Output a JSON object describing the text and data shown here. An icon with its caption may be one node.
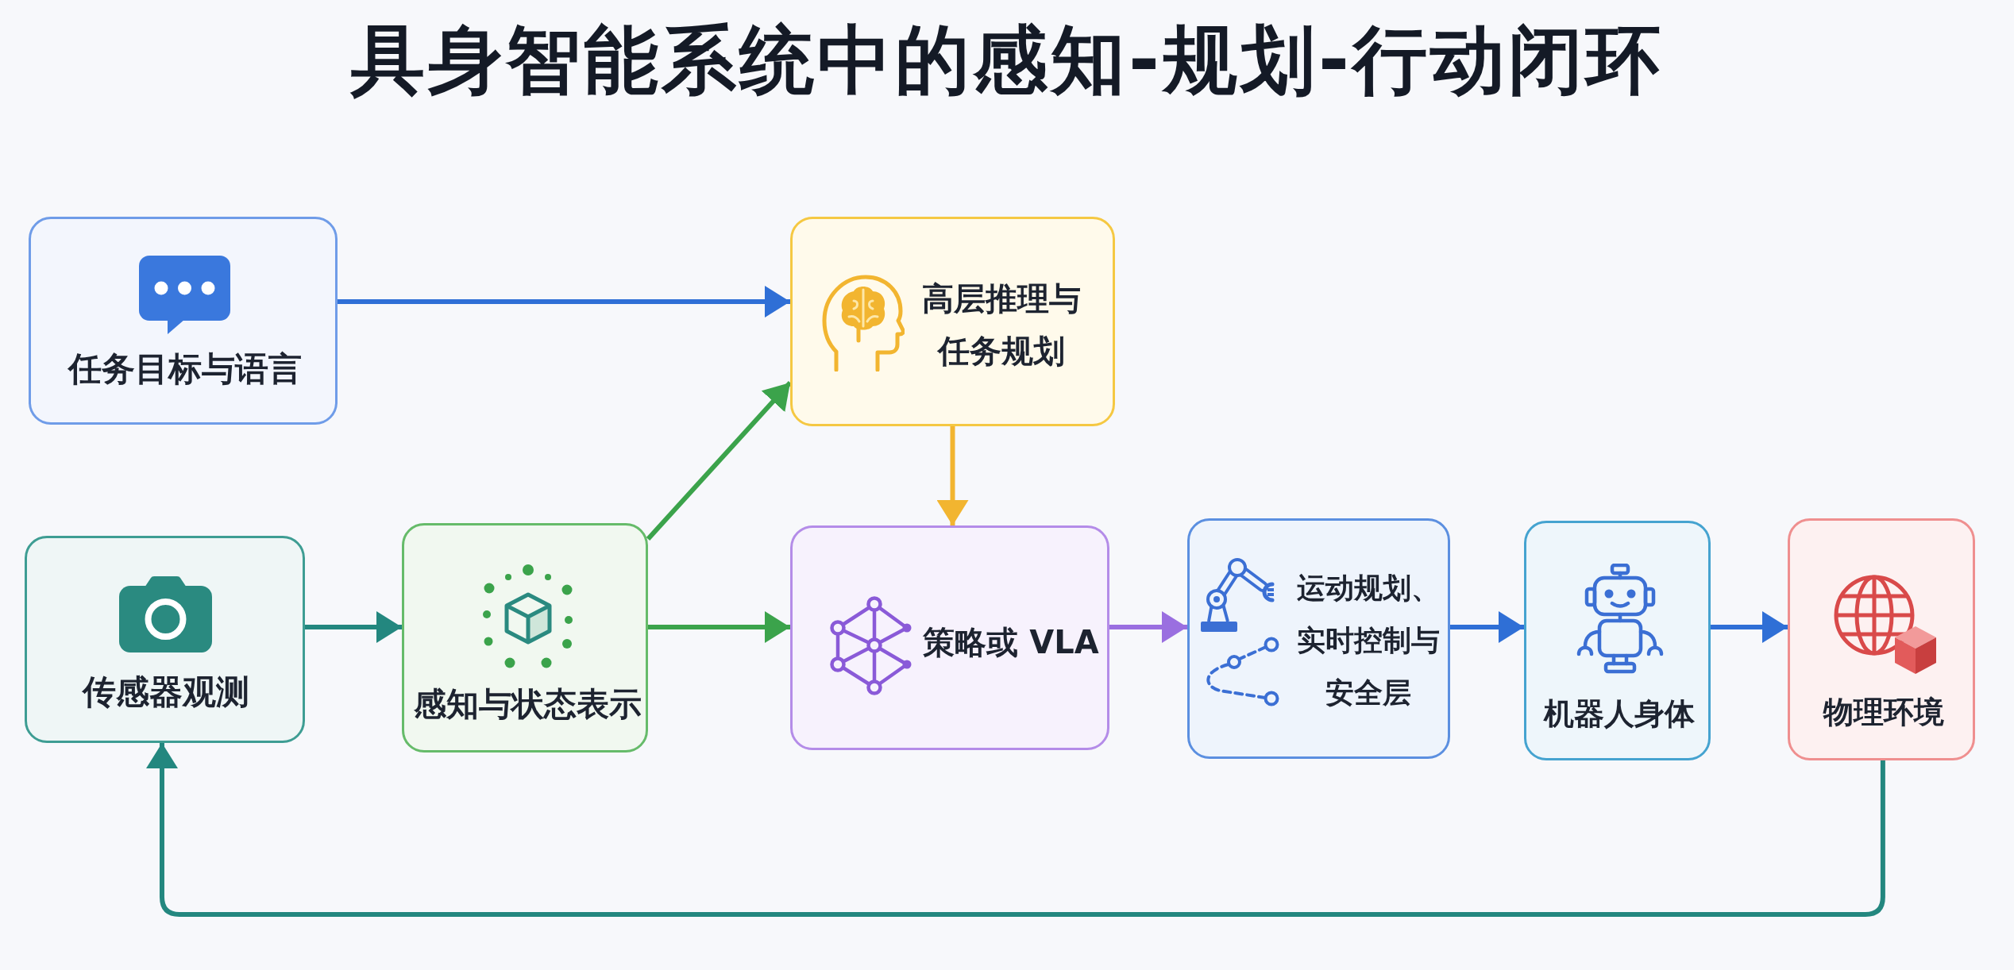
{
  "diagram": {
    "title": "具身智能系统中的感知-规划-行动闭环",
    "nodes": [
      {
        "text": [
          "任务目标与语言"
        ]
      },
      {
        "text": [
          "高层推理与任务规划"
        ]
      },
      {
        "text": [
          "传感器观测"
        ]
      },
      {
        "text": [
          "感知与状态表示"
        ]
      },
      {
        "text": [
          "策略或 VLA"
        ]
      },
      {
        "text": [
          "运动规划、实时控制与安全层"
        ]
      },
      {
        "text": [
          "机器人身体"
        ]
      },
      {
        "text": [
          "物理环境"
        ]
      }
    ],
    "edges": [
      {
        "from": 0,
        "to": 1,
        "arrow": "to"
      },
      {
        "from": 2,
        "to": 3,
        "arrow": "to",
        "color": "#23877f"
      },
      {
        "from": 3,
        "to": 1,
        "arrow": "to",
        "color": "#3ba34b"
      },
      {
        "from": 3,
        "to": 4,
        "arrow": "to",
        "color": "#3ba34b"
      },
      {
        "from": 1,
        "to": 4,
        "arrow": "to",
        "color": "#f2b530"
      },
      {
        "from": 4,
        "to": 5,
        "arrow": "to",
        "color": "#9a6fe0"
      },
      {
        "from": 5,
        "to": 6,
        "arrow": "to"
      },
      {
        "from": 6,
        "to": 7,
        "arrow": "to"
      },
      {
        "from": 7,
        "to": 2,
        "arrow": "to",
        "color": "#23877f"
      }
    ]
  }
}
